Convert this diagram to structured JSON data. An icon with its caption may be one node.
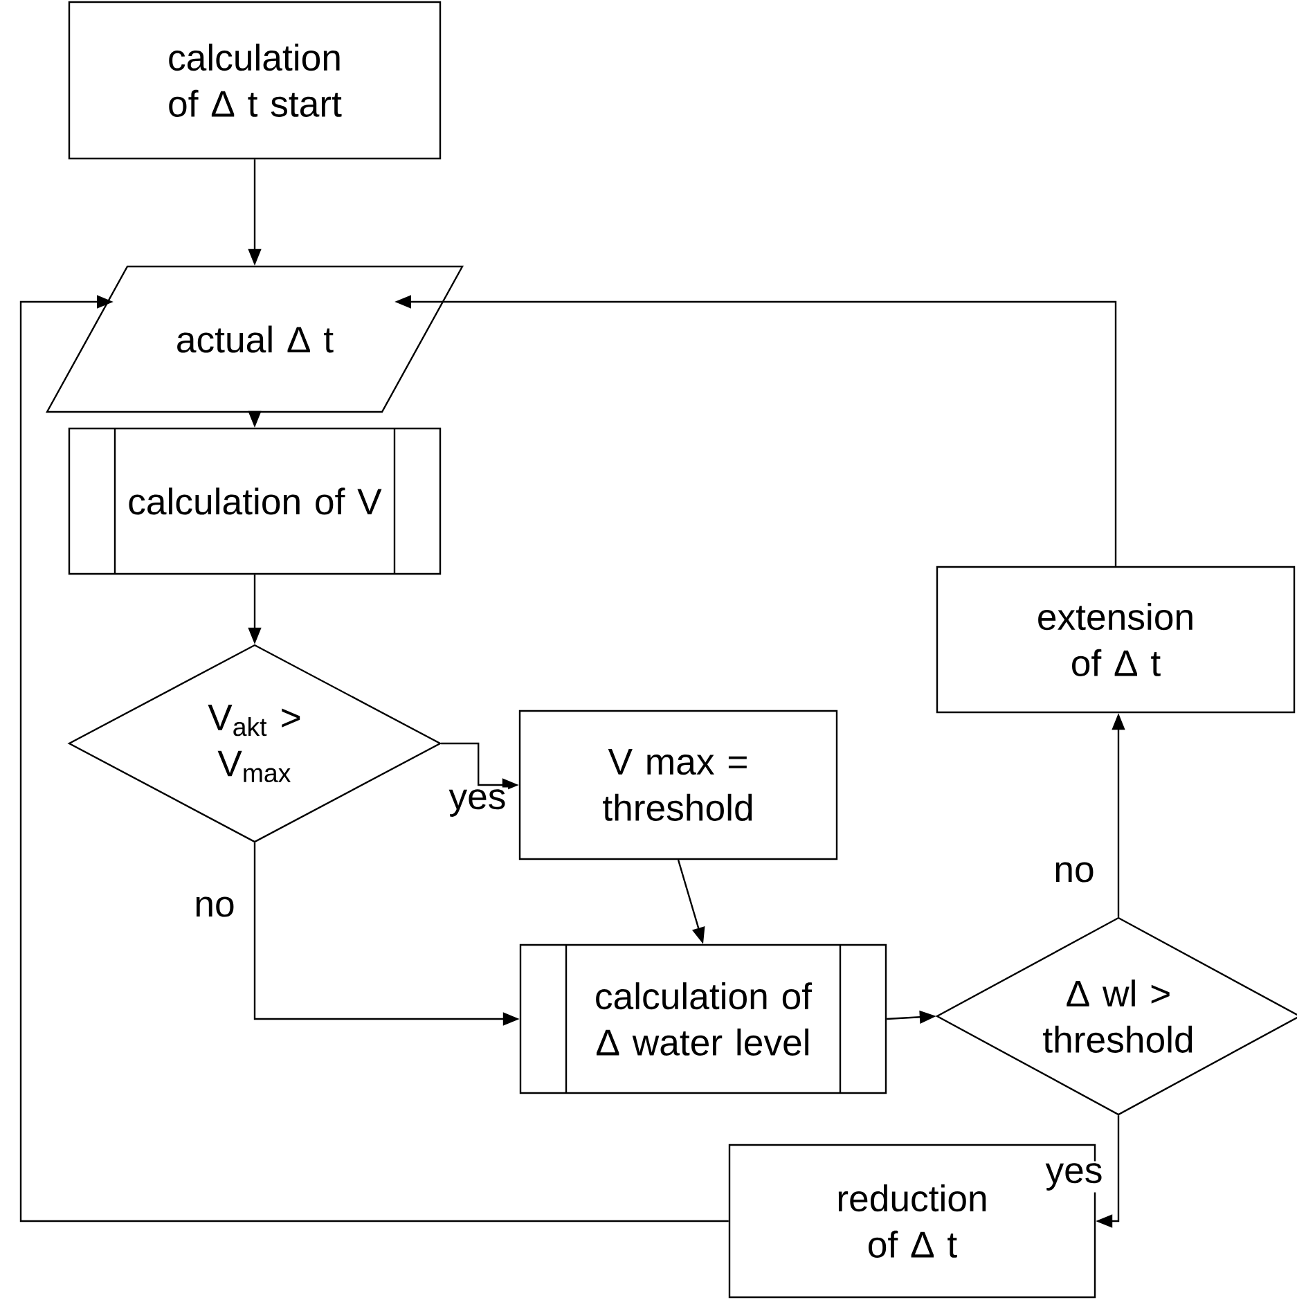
{
  "diagram": {
    "nodes": [
      {
        "text": [
          "calculation of Δ t start"
        ]
      },
      {
        "text": [
          "actual Δ t"
        ]
      },
      {
        "text": [
          "calculation of V"
        ]
      },
      {
        "text": [
          "V$_{akt}$ > V$_{max}$"
        ]
      },
      {
        "text": [
          "V max = threshold"
        ]
      },
      {
        "text": [
          "calculation of Δ water level"
        ]
      },
      {
        "text": [
          "Δ wl > threshold"
        ]
      },
      {
        "text": [
          "extension of Δ t"
        ]
      },
      {
        "text": [
          "reduction of Δ t"
        ]
      }
    ],
    "edges": [
      {
        "from": 0,
        "to": 1,
        "arrow": "to"
      },
      {
        "from": 1,
        "to": 2,
        "arrow": "to"
      },
      {
        "from": 2,
        "to": 3,
        "arrow": "to"
      },
      {
        "from": 3,
        "to": 4,
        "arrow": "to",
        "label": "yes"
      },
      {
        "from": 3,
        "to": 5,
        "arrow": "to",
        "label": "no"
      },
      {
        "from": 4,
        "to": 5,
        "arrow": "to"
      },
      {
        "from": 5,
        "to": 6,
        "arrow": "to"
      },
      {
        "from": 6,
        "to": 7,
        "arrow": "to",
        "label": "no"
      },
      {
        "from": 6,
        "to": 8,
        "arrow": "to",
        "label": "yes"
      },
      {
        "from": 7,
        "to": 1,
        "arrow": "to"
      },
      {
        "from": 8,
        "to": 1,
        "arrow": "to"
      }
    ]
  }
}
